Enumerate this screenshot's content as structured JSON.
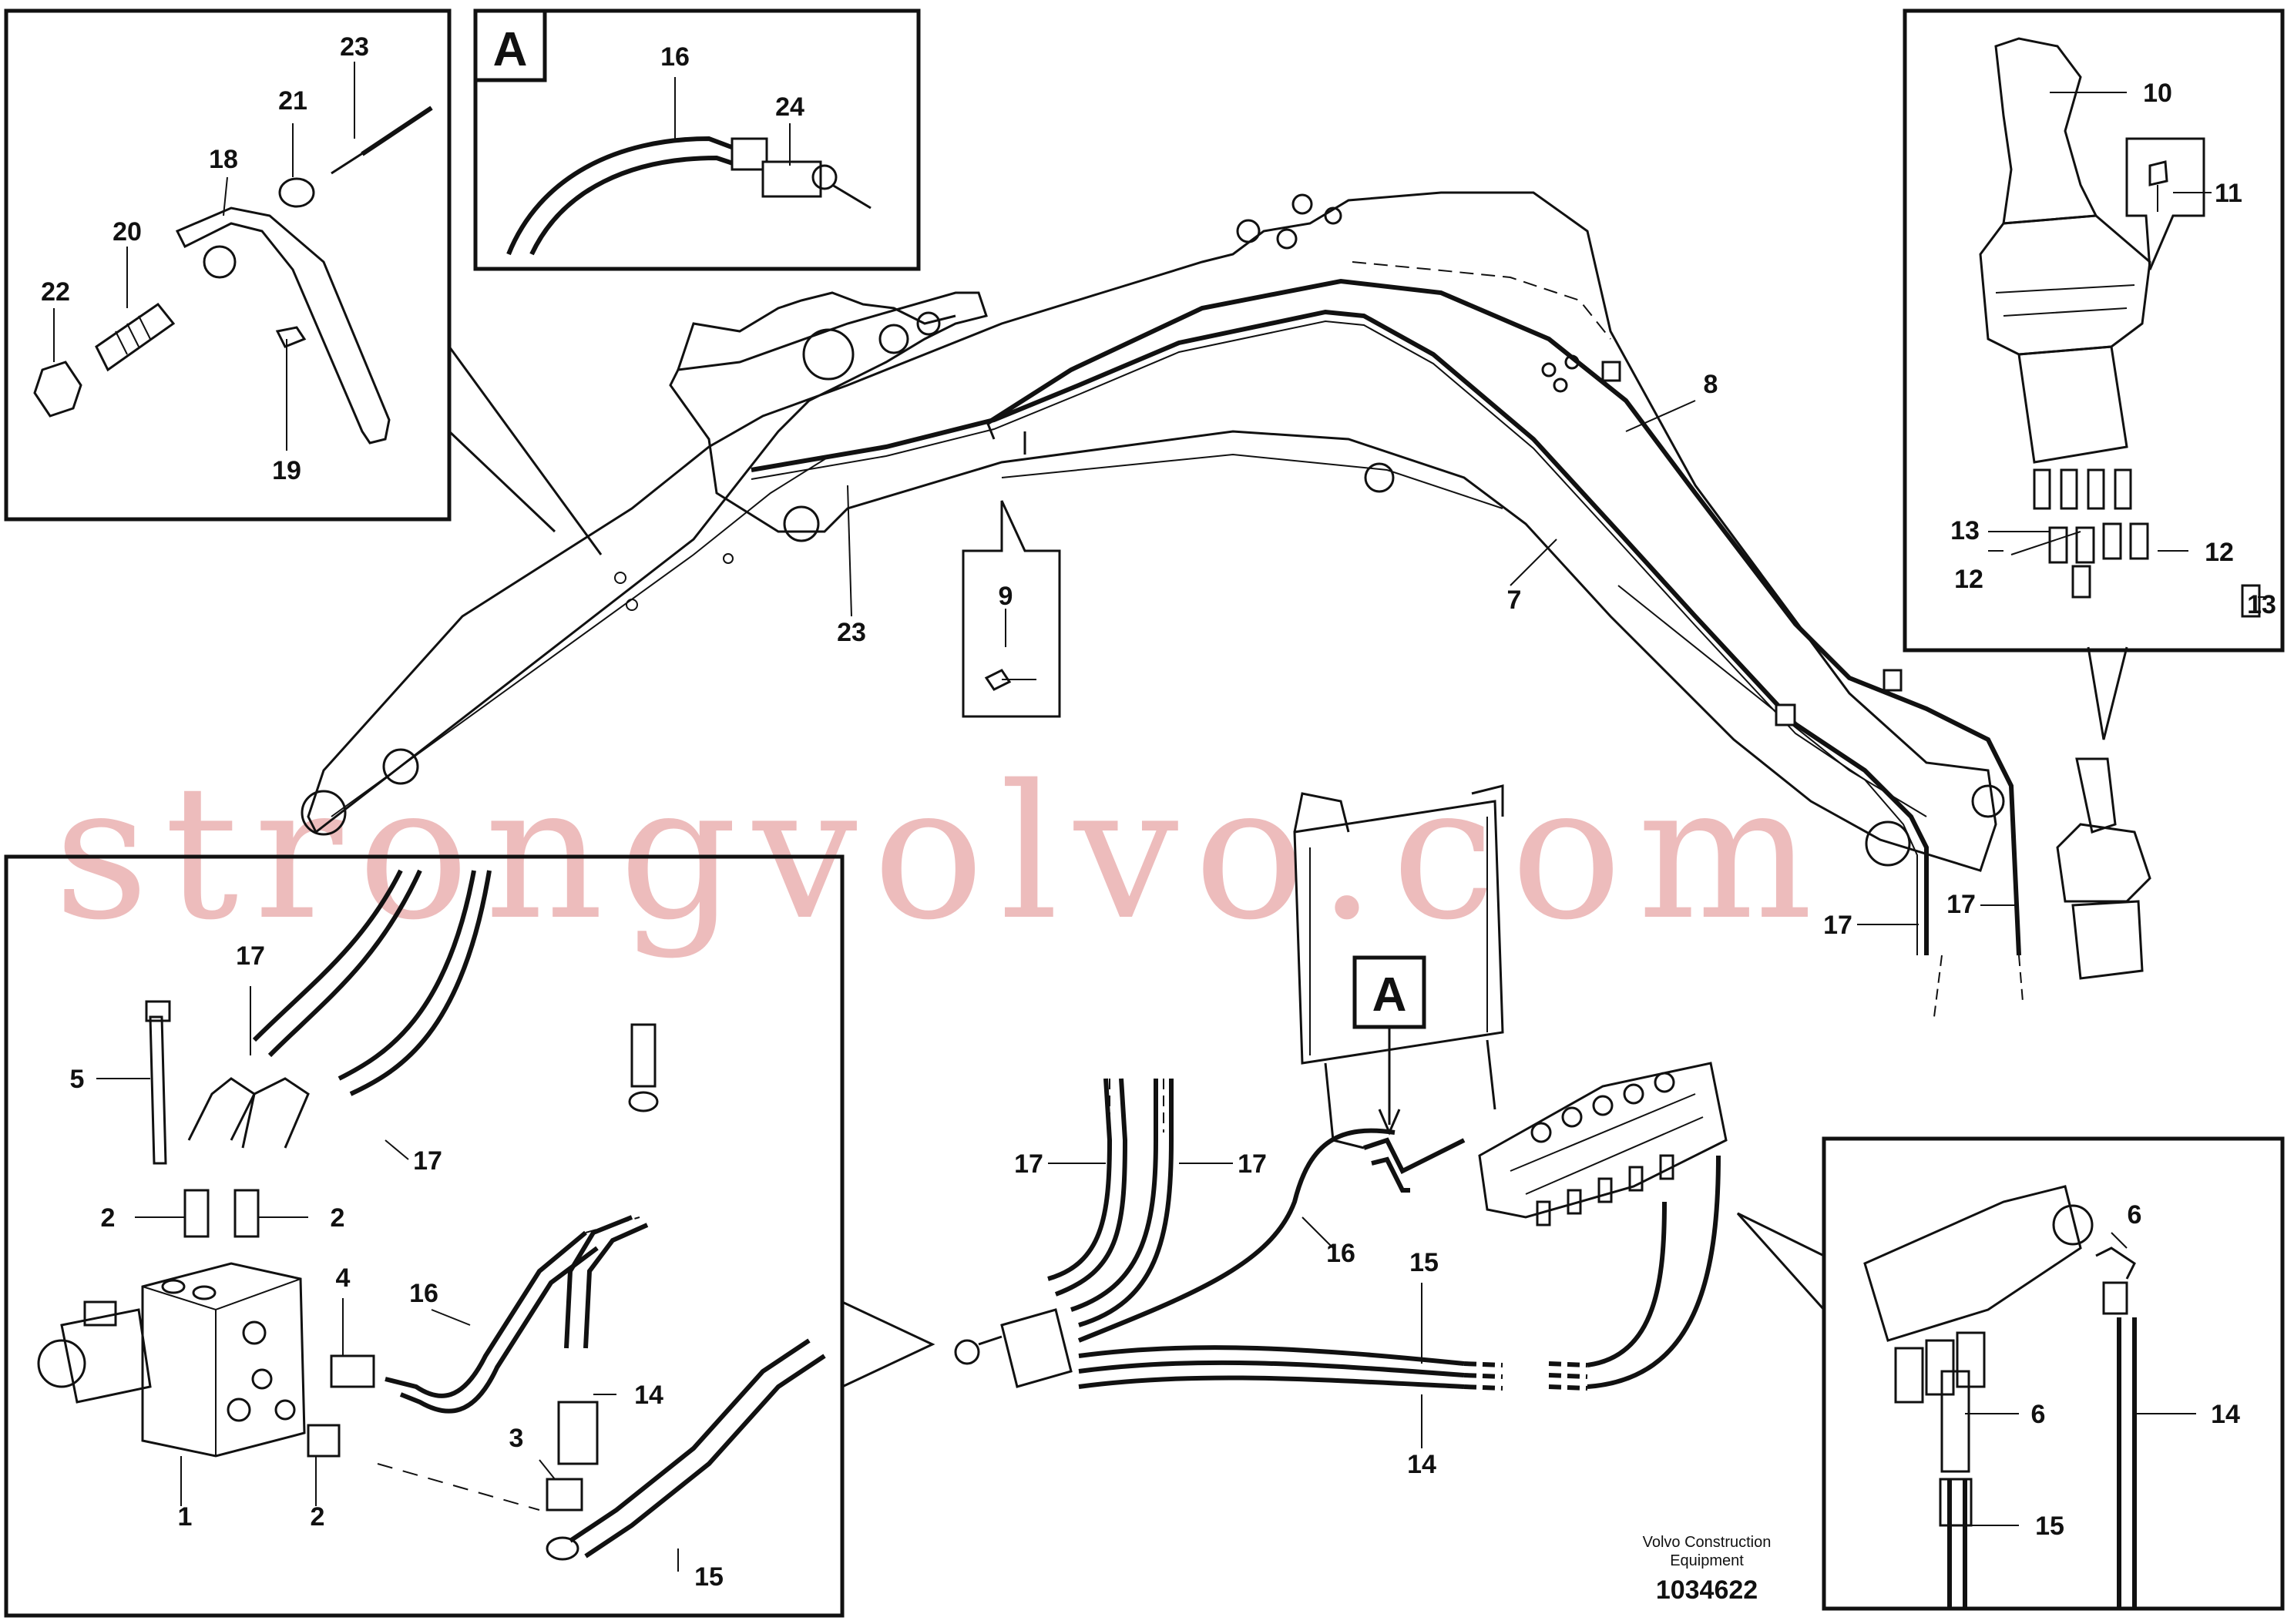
{
  "labels": {
    "l1": "1",
    "l2a": "2",
    "l2b": "2",
    "l2c": "2",
    "l3": "3",
    "l4": "4",
    "l5": "5",
    "l6a": "6",
    "l6b": "6",
    "l7": "7",
    "l8": "8",
    "l9": "9",
    "l10": "10",
    "l11": "11",
    "l12a": "12",
    "l12b": "12",
    "l13a": "13",
    "l13b": "13",
    "l14a": "14",
    "l14b": "14",
    "l14c": "14",
    "l15a": "15",
    "l15b": "15",
    "l15c": "15",
    "l16a": "16",
    "l16b": "16",
    "l16c": "16",
    "l17a": "17",
    "l17b": "17",
    "l17c": "17",
    "l17d": "17",
    "l17e": "17",
    "l17f": "17",
    "l18": "18",
    "l19": "19",
    "l20": "20",
    "l21": "21",
    "l22": "22",
    "l23a": "23",
    "l23b": "23",
    "l24": "24"
  },
  "view_marker": {
    "box_a": "A",
    "arrow_a": "A"
  },
  "watermark": "strongvolvo.com",
  "credit": {
    "line1": "Volvo Construction",
    "line2": "Equipment"
  },
  "doc_number": "1034622"
}
